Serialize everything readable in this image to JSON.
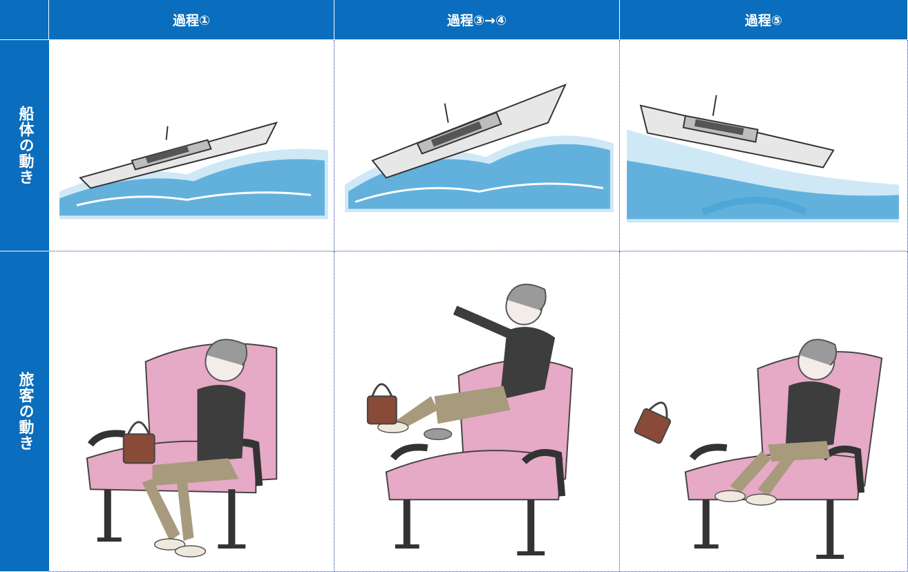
{
  "columns": [
    "過程①",
    "過程③→④",
    "過程⑤"
  ],
  "rows": [
    "船体の動き",
    "旅客の動き"
  ],
  "colors": {
    "header": "#0a6dbd",
    "header_text": "#ffffff",
    "grid_line": "#1d3c9c",
    "water": "#4fa7d8",
    "seat": "#e6a9c6",
    "hull": "#dedede"
  }
}
